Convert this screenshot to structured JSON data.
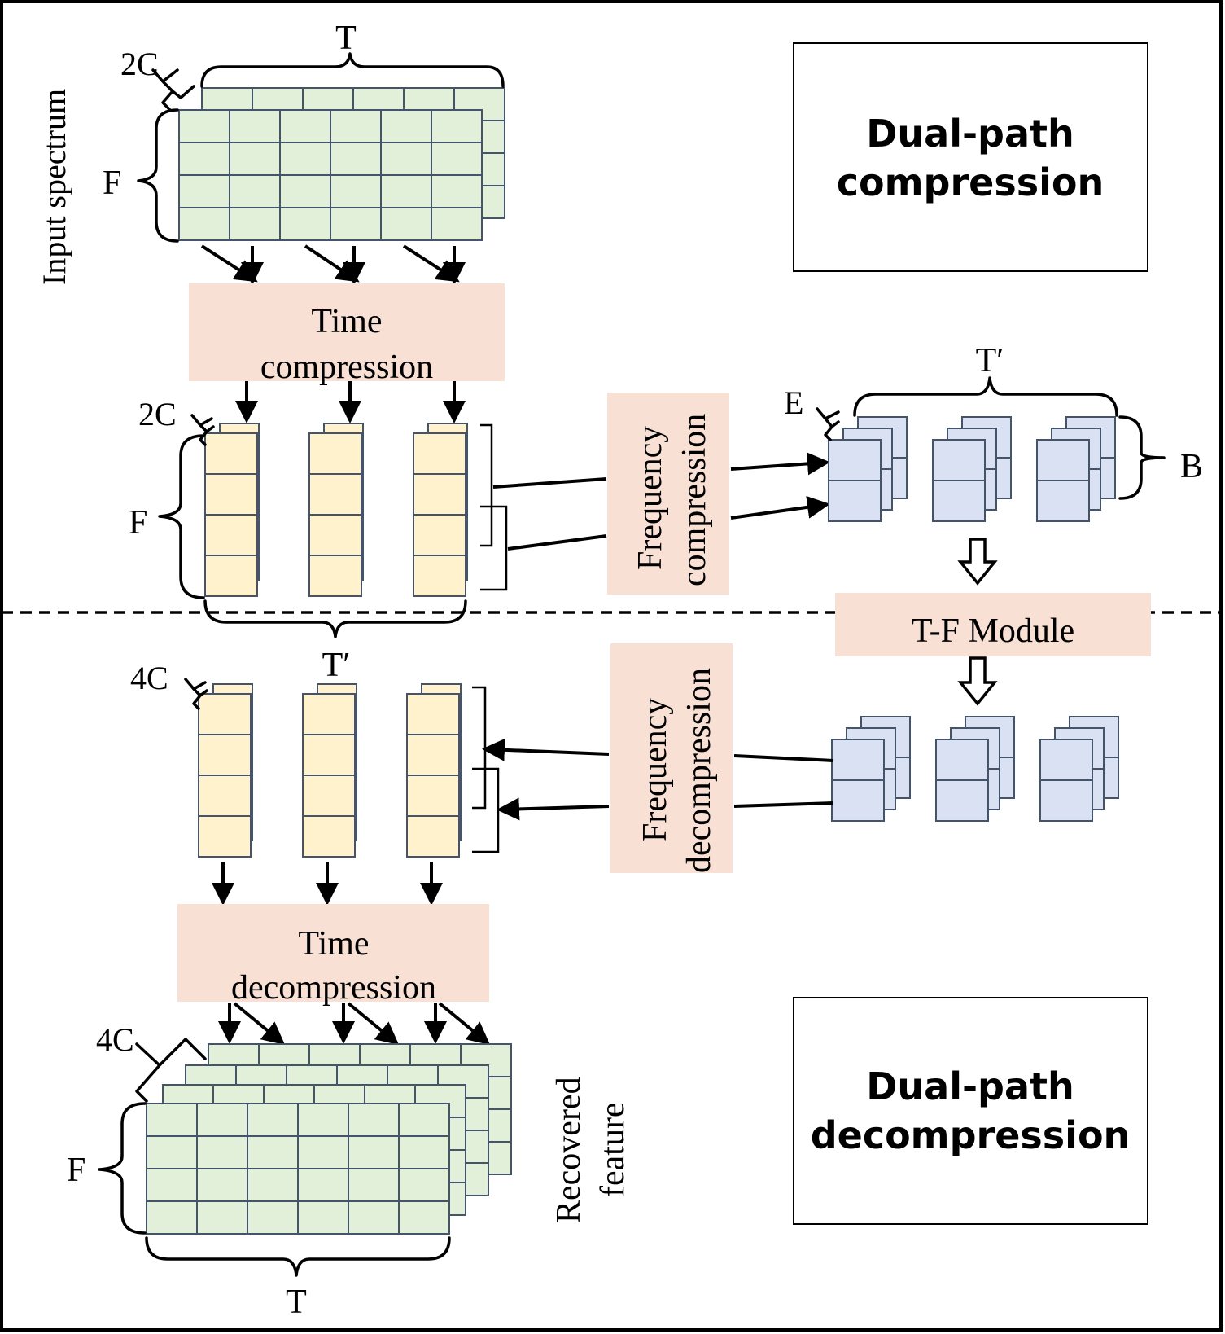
{
  "labels": {
    "input_spectrum": "Input spectrum",
    "recovered_feature_line1": "Recovered",
    "recovered_feature_line2": "feature",
    "T": "T",
    "T_prime": "T′",
    "F": "F",
    "two_c": "2C",
    "four_c": "4C",
    "E": "E",
    "B": "B"
  },
  "blocks": {
    "time_compression_line1": "Time",
    "time_compression_line2": "compression",
    "frequency_compression_line1": "Frequency",
    "frequency_compression_line2": "compression",
    "tf_module": "T-F Module",
    "frequency_decompression_line1": "Frequency",
    "frequency_decompression_line2": "decompression",
    "time_decompression_line1": "Time",
    "time_decompression_line2": "decompression"
  },
  "legend": {
    "top_line1": "Dual-path",
    "top_line2": "compression",
    "bottom_line1": "Dual-path",
    "bottom_line2": "decompression"
  },
  "colors": {
    "input_grid": "#e2efd9",
    "compressed_time": "#fff2cc",
    "compressed_freq": "#d9e1f2",
    "process_block": "#f8e1d4",
    "cell_border": "#44546a"
  }
}
